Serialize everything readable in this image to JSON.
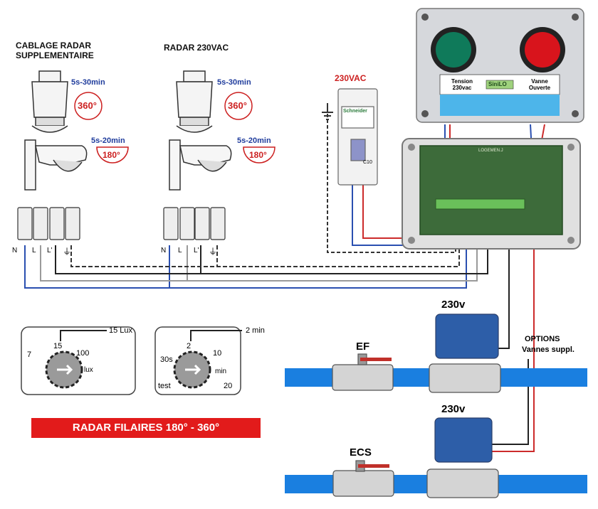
{
  "left_radar": {
    "title": "CABLAGE RADAR SUPPLEMENTAIRE",
    "time_360": "5s-30min",
    "angle_360": "360°",
    "time_180": "5s-20min",
    "angle_180": "180°",
    "terminals": [
      "N",
      "L",
      "L'",
      "⏚"
    ]
  },
  "main_radar": {
    "title": "RADAR 230VAC",
    "time_360": "5s-30min",
    "angle_360": "360°",
    "time_180": "5s-20min",
    "angle_180": "180°",
    "terminals": [
      "N",
      "L",
      "L'",
      "⏚"
    ]
  },
  "breaker": {
    "voltage_label": "230VAC",
    "brand": "Schneider",
    "rating": "C10"
  },
  "control_box": {
    "left_lamp_label": "Tension 230vac",
    "center_logo": "SiniLO",
    "right_lamp_label": "Vanne Ouverte",
    "colors": {
      "green_lamp": "#0f7a5a",
      "red_lamp": "#d8141c",
      "panel_blue": "#4db5ea"
    }
  },
  "pcb": {
    "board_label": "LOGEMEN.J"
  },
  "lux_dial": {
    "callout": "15 Lux",
    "scale": [
      "7",
      "15",
      "100"
    ],
    "unit": "lux"
  },
  "time_dial": {
    "callout": "2 min",
    "scale": [
      "30s",
      "2",
      "10",
      "20"
    ],
    "unit": "min",
    "test_label": "test"
  },
  "banner": "RADAR FILAIRES  180° - 360°",
  "valves": {
    "ef_label": "EF",
    "ecs_label": "ECS",
    "actuator_top_voltage": "230v",
    "actuator_bottom_voltage": "230v",
    "options_label": "OPTIONS",
    "options_sub": "Vannes suppl.",
    "pipe_color": "#1a7fe0"
  }
}
